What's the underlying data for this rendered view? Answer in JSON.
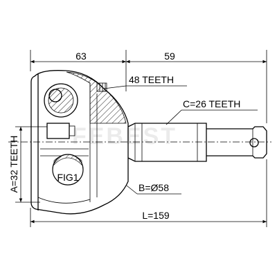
{
  "dimensions": {
    "top_left": "63",
    "top_right": "59",
    "teeth_48": "48 TEETH",
    "teeth_c": "C=26 TEETH",
    "teeth_a": "A=32 TEETH",
    "diameter_b": "B=Ø58",
    "length_l": "L=159"
  },
  "labels": {
    "figure": "FIG1",
    "watermark": "FEBEST"
  }
}
